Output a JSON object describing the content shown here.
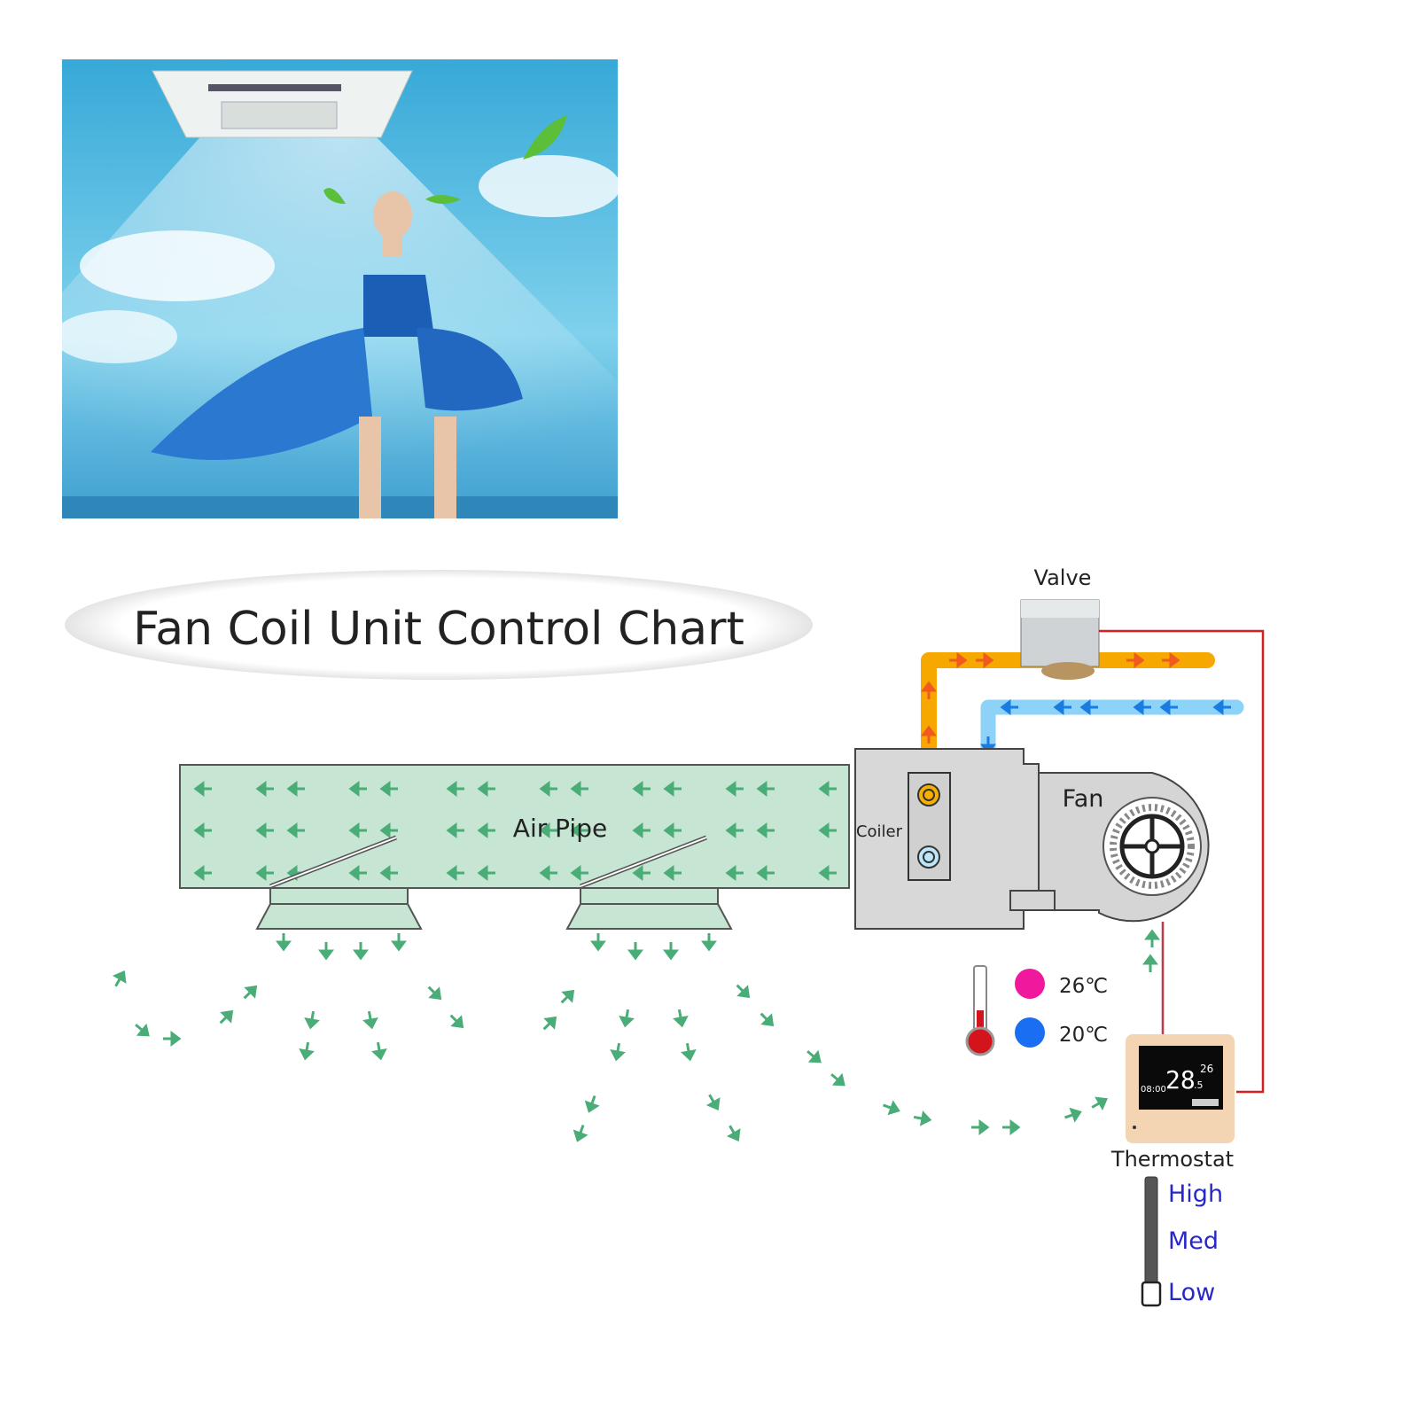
{
  "title": "Fan Coil Unit Control Chart",
  "labels": {
    "air_pipe": "Air Pipe",
    "coiler": "Coiler",
    "fan": "Fan",
    "valve": "Valve",
    "thermostat": "Thermostat"
  },
  "legend": [
    {
      "label": "26℃",
      "color": "#f0189c"
    },
    {
      "label": "20℃",
      "color": "#1a6ef2"
    }
  ],
  "thermostat_display": {
    "temp": "28",
    "temp_decimal": ".5",
    "set_temp": "26",
    "clock": "08:00"
  },
  "fan_speeds": [
    "High",
    "Med",
    "Low"
  ],
  "colors": {
    "hot_pipe": "#f7a800",
    "cold_pipe": "#7fcdf5",
    "air": "#c6e5d3",
    "arrow": "#4aad78",
    "wire": "#d81e1e",
    "speed_text": "#2828c8"
  }
}
